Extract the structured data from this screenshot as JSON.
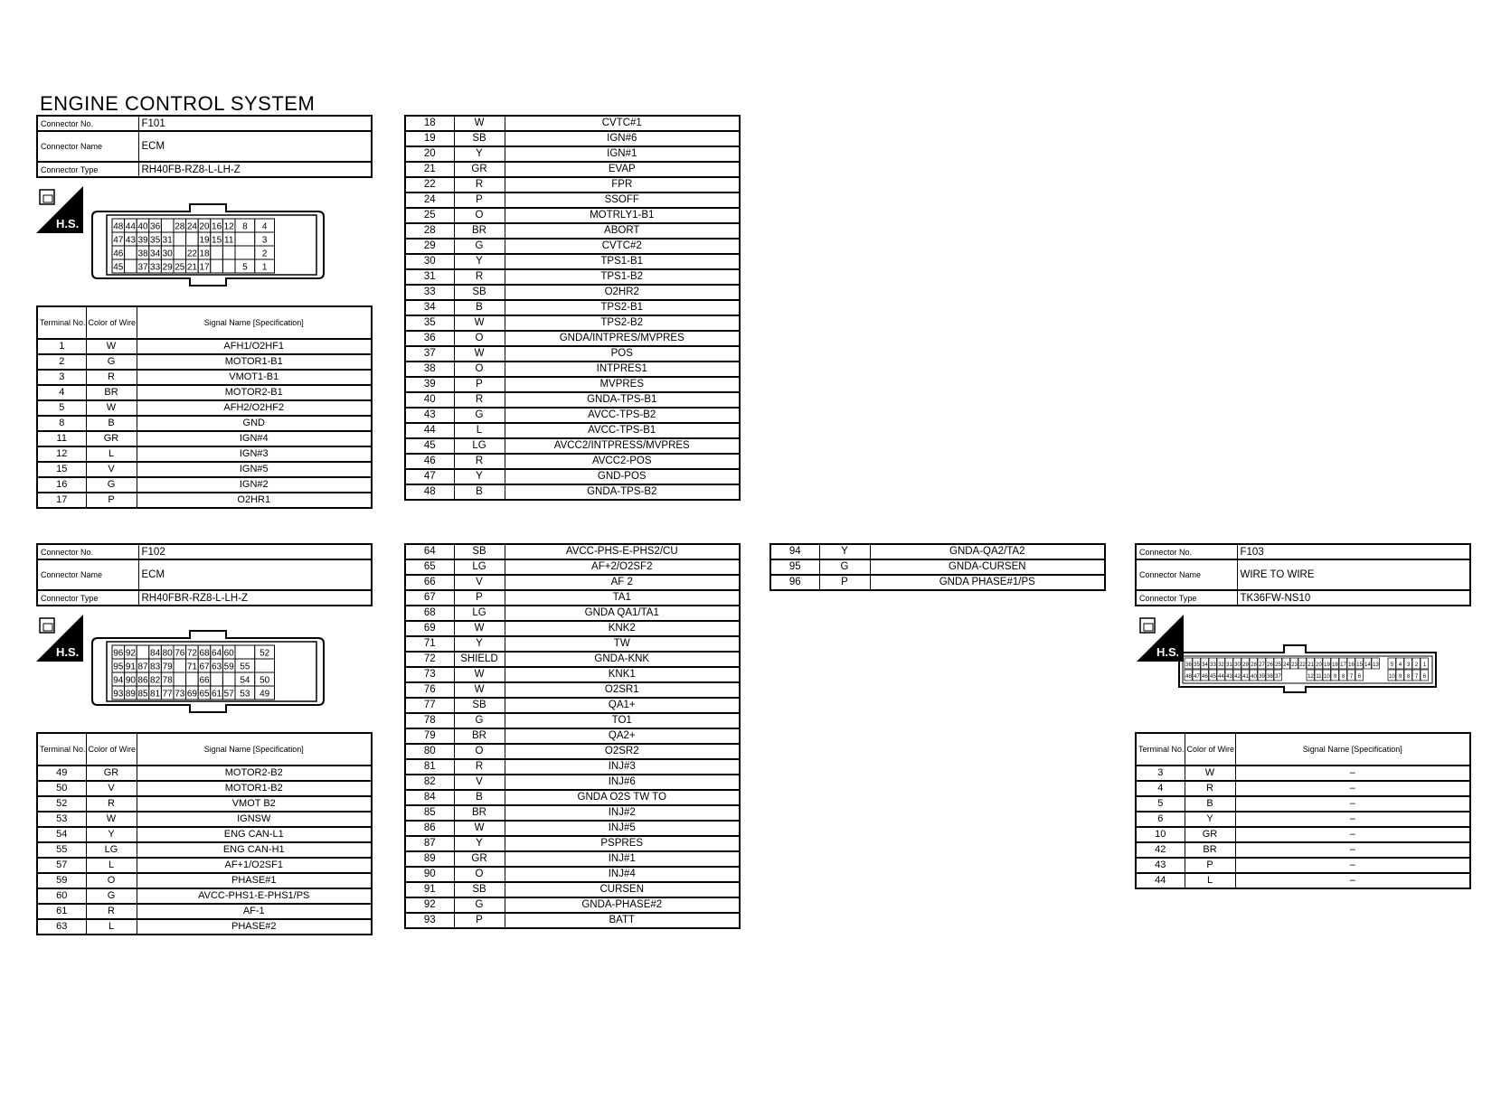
{
  "title": "ENGINE CONTROL SYSTEM",
  "labels": {
    "connector_no": "Connector No.",
    "connector_name": "Connector Name",
    "connector_type": "Connector Type",
    "terminal_no": "Terminal No.",
    "color_of_wire": "Color of Wire",
    "signal_name": "Signal Name [Specification]",
    "hs": "H.S."
  },
  "f101": {
    "no": "F101",
    "name": "ECM",
    "type": "RH40FB-RZ8-L-LH-Z",
    "pins": [
      [
        "48",
        "44",
        "40",
        "36",
        "",
        "28",
        "24",
        "20",
        "16",
        "12",
        "8",
        "4"
      ],
      [
        "47",
        "43",
        "39",
        "35",
        "31",
        "",
        "",
        "19",
        "15",
        "11",
        "",
        "3"
      ],
      [
        "46",
        "",
        "38",
        "34",
        "30",
        "",
        "22",
        "18",
        "",
        "",
        "",
        "2"
      ],
      [
        "45",
        "",
        "37",
        "33",
        "29",
        "25",
        "21",
        "17",
        "",
        "",
        "5",
        "1"
      ]
    ],
    "rows": [
      [
        "1",
        "W",
        "AFH1/O2HF1"
      ],
      [
        "2",
        "G",
        "MOTOR1-B1"
      ],
      [
        "3",
        "R",
        "VMOT1-B1"
      ],
      [
        "4",
        "BR",
        "MOTOR2-B1"
      ],
      [
        "5",
        "W",
        "AFH2/O2HF2"
      ],
      [
        "8",
        "B",
        "GND"
      ],
      [
        "11",
        "GR",
        "IGN#4"
      ],
      [
        "12",
        "L",
        "IGN#3"
      ],
      [
        "15",
        "V",
        "IGN#5"
      ],
      [
        "16",
        "G",
        "IGN#2"
      ],
      [
        "17",
        "P",
        "O2HR1"
      ]
    ],
    "cont": [
      [
        "18",
        "W",
        "CVTC#1"
      ],
      [
        "19",
        "SB",
        "IGN#6"
      ],
      [
        "20",
        "Y",
        "IGN#1"
      ],
      [
        "21",
        "GR",
        "EVAP"
      ],
      [
        "22",
        "R",
        "FPR"
      ],
      [
        "24",
        "P",
        "SSOFF"
      ],
      [
        "25",
        "O",
        "MOTRLY1-B1"
      ],
      [
        "28",
        "BR",
        "ABORT"
      ],
      [
        "29",
        "G",
        "CVTC#2"
      ],
      [
        "30",
        "Y",
        "TPS1-B1"
      ],
      [
        "31",
        "R",
        "TPS1-B2"
      ],
      [
        "33",
        "SB",
        "O2HR2"
      ],
      [
        "34",
        "B",
        "TPS2-B1"
      ],
      [
        "35",
        "W",
        "TPS2-B2"
      ],
      [
        "36",
        "O",
        "GNDA/INTPRES/MVPRES"
      ],
      [
        "37",
        "W",
        "POS"
      ],
      [
        "38",
        "O",
        "INTPRES1"
      ],
      [
        "39",
        "P",
        "MVPRES"
      ],
      [
        "40",
        "R",
        "GNDA-TPS-B1"
      ],
      [
        "43",
        "G",
        "AVCC-TPS-B2"
      ],
      [
        "44",
        "L",
        "AVCC-TPS-B1"
      ],
      [
        "45",
        "LG",
        "AVCC2/INTPRESS/MVPRES"
      ],
      [
        "46",
        "R",
        "AVCC2-POS"
      ],
      [
        "47",
        "Y",
        "GND-POS"
      ],
      [
        "48",
        "B",
        "GNDA-TPS-B2"
      ]
    ]
  },
  "f102": {
    "no": "F102",
    "name": "ECM",
    "type": "RH40FBR-RZ8-L-LH-Z",
    "pins": [
      [
        "96",
        "92",
        "",
        "84",
        "80",
        "76",
        "72",
        "68",
        "64",
        "60",
        "",
        "52"
      ],
      [
        "95",
        "91",
        "87",
        "83",
        "79",
        "",
        "71",
        "67",
        "63",
        "59",
        "55",
        ""
      ],
      [
        "94",
        "90",
        "86",
        "82",
        "78",
        "",
        "",
        "66",
        "",
        "",
        "54",
        "50"
      ],
      [
        "93",
        "89",
        "85",
        "81",
        "77",
        "73",
        "69",
        "65",
        "61",
        "57",
        "53",
        "49"
      ]
    ],
    "rows": [
      [
        "49",
        "GR",
        "MOTOR2-B2"
      ],
      [
        "50",
        "V",
        "MOTOR1-B2"
      ],
      [
        "52",
        "R",
        "VMOT B2"
      ],
      [
        "53",
        "W",
        "IGNSW"
      ],
      [
        "54",
        "Y",
        "ENG CAN-L1"
      ],
      [
        "55",
        "LG",
        "ENG CAN-H1"
      ],
      [
        "57",
        "L",
        "AF+1/O2SF1"
      ],
      [
        "59",
        "O",
        "PHASE#1"
      ],
      [
        "60",
        "G",
        "AVCC-PHS1-E-PHS1/PS"
      ],
      [
        "61",
        "R",
        "AF-1"
      ],
      [
        "63",
        "L",
        "PHASE#2"
      ]
    ],
    "cont": [
      [
        "64",
        "SB",
        "AVCC-PHS-E-PHS2/CU"
      ],
      [
        "65",
        "LG",
        "AF+2/O2SF2"
      ],
      [
        "66",
        "V",
        "AF 2"
      ],
      [
        "67",
        "P",
        "TA1"
      ],
      [
        "68",
        "LG",
        "GNDA QA1/TA1"
      ],
      [
        "69",
        "W",
        "KNK2"
      ],
      [
        "71",
        "Y",
        "TW"
      ],
      [
        "72",
        "SHIELD",
        "GNDA-KNK"
      ],
      [
        "73",
        "W",
        "KNK1"
      ],
      [
        "76",
        "W",
        "O2SR1"
      ],
      [
        "77",
        "SB",
        "QA1+"
      ],
      [
        "78",
        "G",
        "TO1"
      ],
      [
        "79",
        "BR",
        "QA2+"
      ],
      [
        "80",
        "O",
        "O2SR2"
      ],
      [
        "81",
        "R",
        "INJ#3"
      ],
      [
        "82",
        "V",
        "INJ#6"
      ],
      [
        "84",
        "B",
        "GNDA O2S TW TO"
      ],
      [
        "85",
        "BR",
        "INJ#2"
      ],
      [
        "86",
        "W",
        "INJ#5"
      ],
      [
        "87",
        "Y",
        "PSPRES"
      ],
      [
        "89",
        "GR",
        "INJ#1"
      ],
      [
        "90",
        "O",
        "INJ#4"
      ],
      [
        "91",
        "SB",
        "CURSEN"
      ],
      [
        "92",
        "G",
        "GNDA-PHASE#2"
      ],
      [
        "93",
        "P",
        "BATT"
      ]
    ],
    "cont2": [
      [
        "94",
        "Y",
        "GNDA-QA2/TA2"
      ],
      [
        "95",
        "G",
        "GNDA-CURSEN"
      ],
      [
        "96",
        "P",
        "GNDA PHASE#1/PS"
      ]
    ]
  },
  "f103": {
    "no": "F103",
    "name": "WIRE TO WIRE",
    "type": "TK36FW-NS10",
    "pins": [
      [
        "36",
        "35",
        "34",
        "33",
        "32",
        "31",
        "30",
        "29",
        "28",
        "27",
        "26",
        "25",
        "24",
        "23",
        "22",
        "21",
        "20",
        "19",
        "18",
        "17",
        "16",
        "15",
        "14",
        "13",
        "",
        "5",
        "4",
        "3",
        "2",
        "1"
      ],
      [
        "48",
        "47",
        "46",
        "45",
        "44",
        "43",
        "42",
        "41",
        "40",
        "39",
        "38",
        "37",
        "",
        "",
        "",
        "12",
        "11",
        "10",
        "9",
        "8",
        "7",
        "6",
        "",
        "",
        "",
        "10",
        "9",
        "8",
        "7",
        "6"
      ]
    ],
    "rows": [
      [
        "3",
        "W",
        "–"
      ],
      [
        "4",
        "R",
        "–"
      ],
      [
        "5",
        "B",
        "–"
      ],
      [
        "6",
        "Y",
        "–"
      ],
      [
        "10",
        "GR",
        "–"
      ],
      [
        "42",
        "BR",
        "–"
      ],
      [
        "43",
        "P",
        "–"
      ],
      [
        "44",
        "L",
        "–"
      ]
    ]
  }
}
